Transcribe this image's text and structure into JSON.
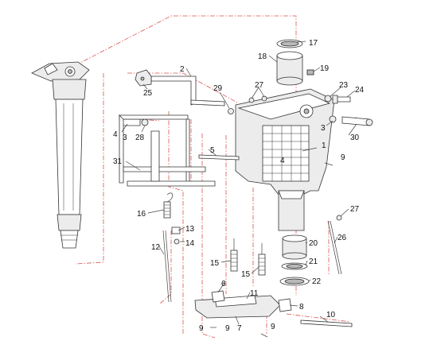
{
  "labels": [
    {
      "id": "l1",
      "text": "1"
    },
    {
      "id": "l2",
      "text": "2"
    },
    {
      "id": "l3a",
      "text": "3"
    },
    {
      "id": "l3b",
      "text": "3"
    },
    {
      "id": "l4a",
      "text": "4"
    },
    {
      "id": "l4b",
      "text": "4"
    },
    {
      "id": "l5",
      "text": "5"
    },
    {
      "id": "l6",
      "text": "6"
    },
    {
      "id": "l7",
      "text": "7"
    },
    {
      "id": "l8",
      "text": "8"
    },
    {
      "id": "l9a",
      "text": "9"
    },
    {
      "id": "l9b",
      "text": "9"
    },
    {
      "id": "l9c",
      "text": "9"
    },
    {
      "id": "l9d",
      "text": "9"
    },
    {
      "id": "l10",
      "text": "10"
    },
    {
      "id": "l11",
      "text": "11"
    },
    {
      "id": "l12",
      "text": "12"
    },
    {
      "id": "l13",
      "text": "13"
    },
    {
      "id": "l14",
      "text": "14"
    },
    {
      "id": "l15a",
      "text": "15"
    },
    {
      "id": "l15b",
      "text": "15"
    },
    {
      "id": "l16",
      "text": "16"
    },
    {
      "id": "l17",
      "text": "17"
    },
    {
      "id": "l18",
      "text": "18"
    },
    {
      "id": "l19",
      "text": "19"
    },
    {
      "id": "l20",
      "text": "20"
    },
    {
      "id": "l21",
      "text": "21"
    },
    {
      "id": "l22",
      "text": "22"
    },
    {
      "id": "l23",
      "text": "23"
    },
    {
      "id": "l24",
      "text": "24"
    },
    {
      "id": "l25",
      "text": "25"
    },
    {
      "id": "l26",
      "text": "26"
    },
    {
      "id": "l27a",
      "text": "27"
    },
    {
      "id": "l27b",
      "text": "27"
    },
    {
      "id": "l28",
      "text": "28"
    },
    {
      "id": "l29",
      "text": "29"
    },
    {
      "id": "l30",
      "text": "30"
    },
    {
      "id": "l31",
      "text": "31"
    }
  ]
}
